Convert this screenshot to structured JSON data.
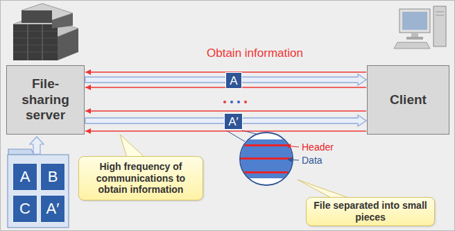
{
  "diagram": {
    "nodes": [
      {
        "text": [
          "File-sharing server"
        ]
      },
      {
        "text": [
          "A"
        ]
      },
      {
        "text": [
          "A′"
        ]
      },
      {
        "text": [
          "Client"
        ]
      },
      {
        "text": [
          "A"
        ]
      },
      {
        "text": [
          "B"
        ]
      },
      {
        "text": [
          "C"
        ]
      },
      {
        "text": [
          "A′"
        ]
      },
      {
        "text": [
          "High frequency of communications to obtain information"
        ]
      },
      {
        "text": [
          "File separated into small pieces"
        ]
      }
    ],
    "edges": [
      {
        "from": 3,
        "to": 0,
        "arrow": "to"
      },
      {
        "from": 0,
        "to": 3,
        "arrow": "to"
      },
      {
        "from": 3,
        "to": 0,
        "arrow": "to"
      },
      {
        "from": 3,
        "to": 0,
        "arrow": "to"
      },
      {
        "from": 0,
        "to": 3,
        "arrow": "to"
      },
      {
        "from": 3,
        "to": 0,
        "arrow": "to"
      }
    ],
    "labels": [
      "Obtain information",
      "Header",
      "Data"
    ]
  }
}
